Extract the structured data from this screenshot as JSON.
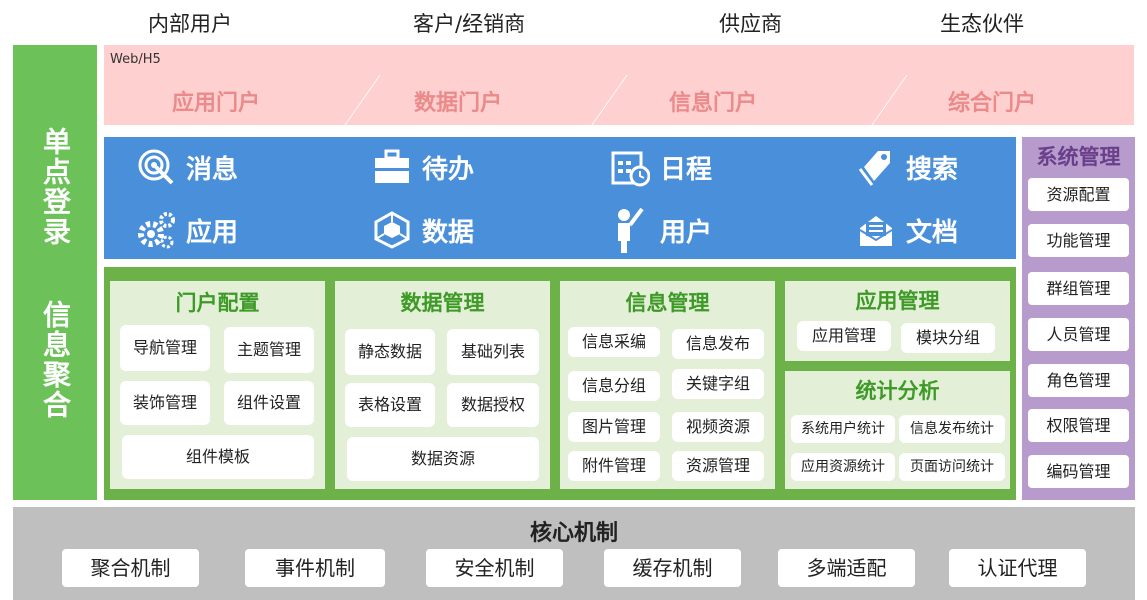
{
  "audiences": [
    "内部用户",
    "客户/经销商",
    "供应商",
    "生态伙伴"
  ],
  "sso": {
    "line1": "单点登录",
    "line2": "信息聚合"
  },
  "portal": {
    "tag": "Web/H5",
    "items": [
      "应用门户",
      "数据门户",
      "信息门户",
      "综合门户"
    ]
  },
  "functions": {
    "row1": [
      "消息",
      "待办",
      "日程",
      "搜索"
    ],
    "row2": [
      "应用",
      "数据",
      "用户",
      "文档"
    ]
  },
  "system": {
    "title": "系统管理",
    "items": [
      "资源配置",
      "功能管理",
      "群组管理",
      "人员管理",
      "角色管理",
      "权限管理",
      "编码管理"
    ]
  },
  "panels": {
    "portal_config": {
      "title": "门户配置",
      "items": [
        "导航管理",
        "主题管理",
        "装饰管理",
        "组件设置",
        "组件模板"
      ]
    },
    "data_mgmt": {
      "title": "数据管理",
      "items": [
        "静态数据",
        "基础列表",
        "表格设置",
        "数据授权",
        "数据资源"
      ]
    },
    "info_mgmt": {
      "title": "信息管理",
      "items": [
        "信息采编",
        "信息发布",
        "信息分组",
        "关键字组",
        "图片管理",
        "视频资源",
        "附件管理",
        "资源管理"
      ]
    },
    "app_mgmt": {
      "title": "应用管理",
      "items": [
        "应用管理",
        "模块分组"
      ]
    },
    "stats": {
      "title": "统计分析",
      "items": [
        "系统用户统计",
        "信息发布统计",
        "应用资源统计",
        "页面访问统计"
      ]
    }
  },
  "core": {
    "title": "核心机制",
    "items": [
      "聚合机制",
      "事件机制",
      "安全机制",
      "缓存机制",
      "多端适配",
      "认证代理"
    ]
  },
  "colors": {
    "sso_green": "#6cc259",
    "portal_pink": "#ffd0d0",
    "portal_text": "#eb8a8a",
    "func_blue": "#4a8fd9",
    "system_purple": "#b79bcd",
    "mgmt_green": "#6cb248",
    "panel_bg": "#e3efd6",
    "core_gray": "#bfbfbf"
  }
}
